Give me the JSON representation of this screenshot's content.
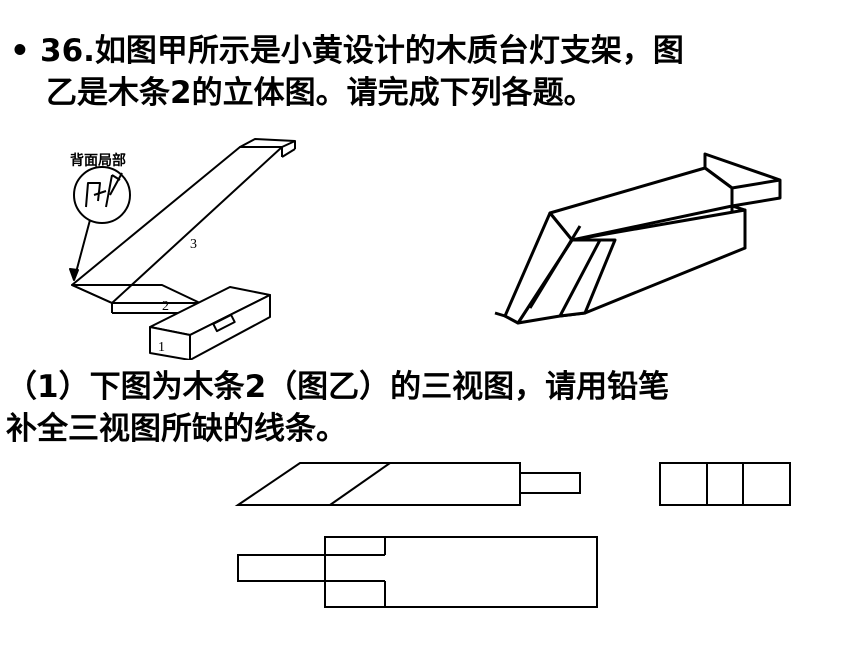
{
  "question": {
    "bullet": "•",
    "line1": "36.如图甲所示是小黄设计的木质台灯支架，图",
    "line2": "乙是木条2的立体图。请完成下列各题。"
  },
  "figure_a": {
    "callout_label": "背面局部",
    "label_1": "1",
    "label_2": "2",
    "label_3": "3"
  },
  "subquestion": {
    "line1": "（1）下图为木条2（图乙）的三视图，请用铅笔",
    "line2": "补全三视图所缺的线条。"
  }
}
